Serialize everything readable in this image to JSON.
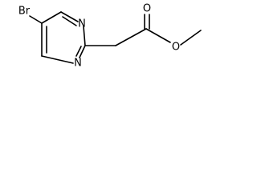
{
  "molecule": {
    "atoms": {
      "bromine": "Br",
      "ring_nitrogen_top": "N",
      "ring_nitrogen_bottom": "N",
      "carbonyl_oxygen": "O",
      "ester_oxygen": "O"
    },
    "colors": {
      "bond": "#000000",
      "label": "#000000",
      "background": "#ffffff"
    }
  }
}
